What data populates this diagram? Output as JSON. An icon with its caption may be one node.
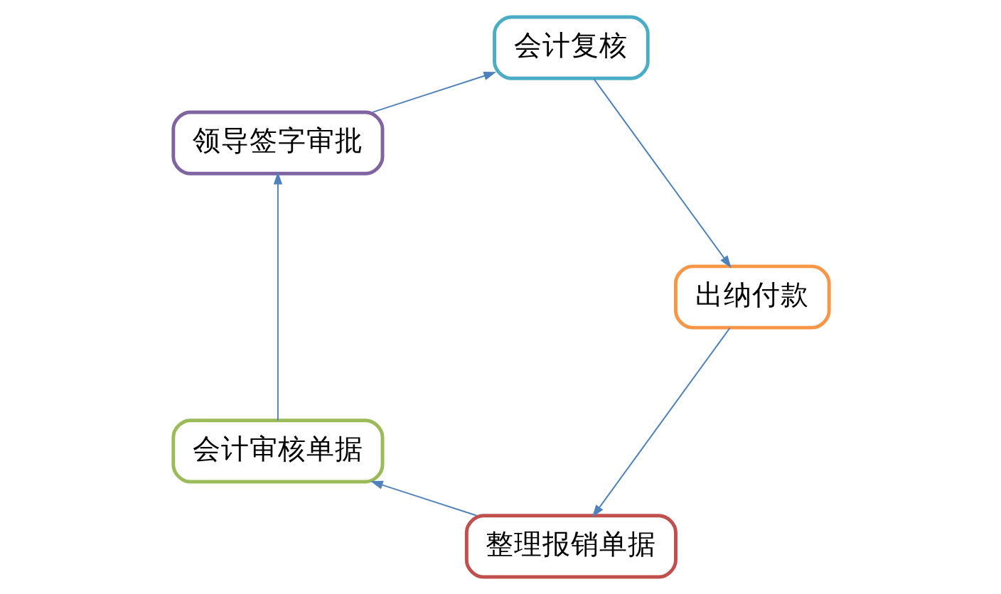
{
  "diagram": {
    "nodes": [
      {
        "text": [
          "整理报销单据"
        ]
      },
      {
        "text": [
          "会计审核单据"
        ]
      },
      {
        "text": [
          "领导签字审批"
        ]
      },
      {
        "text": [
          "会计复核"
        ]
      },
      {
        "text": [
          "出纳付款"
        ]
      }
    ],
    "edges": [
      {
        "from": 0,
        "to": 1,
        "arrow": "to"
      },
      {
        "from": 1,
        "to": 2,
        "arrow": "to"
      },
      {
        "from": 2,
        "to": 3,
        "arrow": "to"
      },
      {
        "from": 3,
        "to": 4,
        "arrow": "to"
      },
      {
        "from": 4,
        "to": 0,
        "arrow": "to"
      }
    ]
  }
}
